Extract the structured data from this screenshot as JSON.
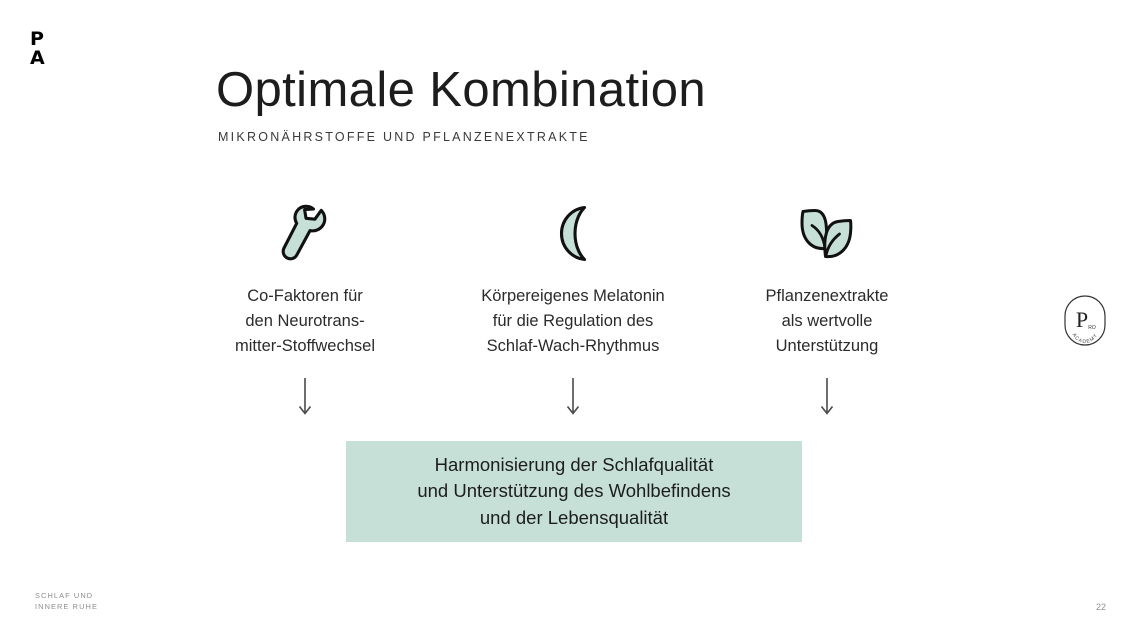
{
  "slide": {
    "background_color": "#ffffff",
    "accent_color": "#c6e0d7",
    "text_color": "#2b2b2b"
  },
  "brand": {
    "line1": "P",
    "line2": "A"
  },
  "header": {
    "title": "Optimale Kombination",
    "subtitle": "MIKRONÄHRSTOFFE UND PFLANZENEXTRAKTE"
  },
  "columns": [
    {
      "icon": "wrench-icon",
      "text": "Co-Faktoren für\nden Neurotrans-\nmitter-Stoffwechsel"
    },
    {
      "icon": "crescent-moon-icon",
      "text": "Körpereigenes Melatonin\nfür die Regulation des\nSchlaf-Wach-Rhythmus"
    },
    {
      "icon": "leaves-icon",
      "text": "Pflanzenextrakte\nals wertvolle\nUnterstützung"
    }
  ],
  "arrows": {
    "direction": "down",
    "count": 3,
    "color": "#4a4a4a"
  },
  "conclusion": {
    "text": "Harmonisierung der Schlafqualität\nund Unterstützung des Wohlbefindens\nund der Lebensqualität",
    "background_color": "#c6e0d7"
  },
  "seal": {
    "letter": "P",
    "superscript": "RO",
    "arc_text": "ACADEMY"
  },
  "footer": {
    "tagline_line1": "SCHLAF UND",
    "tagline_line2": "INNERE RUHE",
    "page_number": "22"
  }
}
